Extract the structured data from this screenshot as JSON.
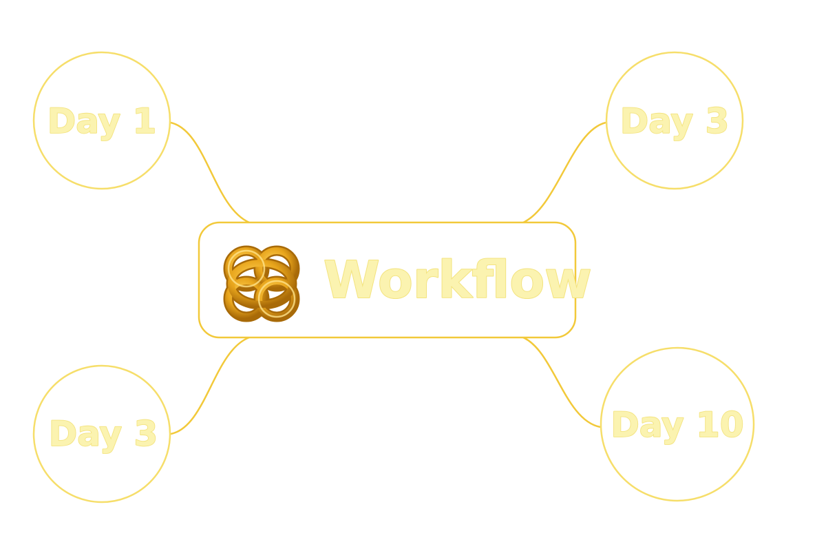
{
  "diagram": {
    "center": {
      "label": "Workflow",
      "icon": "celtic-knot-icon"
    },
    "nodes": [
      {
        "id": "top-left",
        "label": "Day 1"
      },
      {
        "id": "top-right",
        "label": "Day 3"
      },
      {
        "id": "bottom-left",
        "label": "Day 3"
      },
      {
        "id": "bottom-right",
        "label": "Day 10"
      }
    ],
    "colors": {
      "line": "#F2C93A",
      "node_stroke": "#F6DE6A",
      "text_fill": "#FBF3B0",
      "text_stroke": "#F3E37E",
      "knot_fill": "#E8A51C",
      "knot_highlight": "#FFD45A",
      "knot_shadow": "#A86A08"
    }
  }
}
